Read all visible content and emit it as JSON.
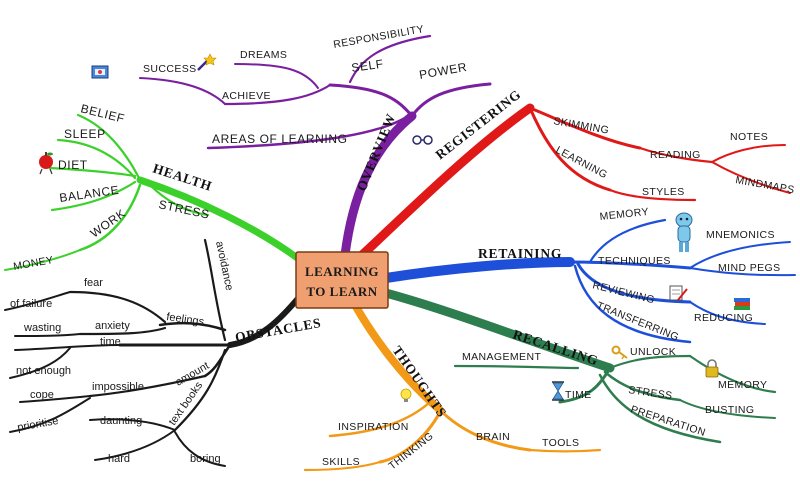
{
  "center": {
    "line1": "LEARNING",
    "line2": "TO LEARN"
  },
  "branches": {
    "overview": {
      "label": "OVERVIEW",
      "color": "#7a1fa0",
      "items": {
        "self": "SELF",
        "power": "POWER",
        "responsibility": "RESPONSIBILITY",
        "success": "SUCCESS",
        "dreams": "DREAMS",
        "achieve": "ACHIEVE",
        "areas": "AREAS OF LEARNING"
      }
    },
    "registering": {
      "label": "REGISTERING",
      "color": "#e01818",
      "items": {
        "skimming": "SKIMMING",
        "reading": "READING",
        "notes": "NOTES",
        "mindmaps": "MINDMAPS",
        "learning": "LEARNING",
        "styles": "STYLES"
      }
    },
    "retaining": {
      "label": "RETAINING",
      "color": "#1d4fd8",
      "items": {
        "memory": "MEMORY",
        "techniques": "TECHNIQUES",
        "mnemonics": "MNEMONICS",
        "mindpegs": "MIND PEGS",
        "reviewing": "REVIEWING",
        "reducing": "REDUCING",
        "transferring": "TRANSFERRING"
      }
    },
    "recalling": {
      "label": "RECALLING",
      "color": "#2e7d4f",
      "items": {
        "management": "MANAGEMENT",
        "time": "TIME",
        "unlock": "UNLOCK",
        "memory": "MEMORY",
        "stress": "STRESS",
        "busting": "BUSTING",
        "preparation": "PREPARATION"
      }
    },
    "thoughts": {
      "label": "THOUGHTS",
      "color": "#f29a18",
      "items": {
        "inspiration": "INSPIRATION",
        "thinking": "THINKING",
        "skills": "SKILLS",
        "brain": "BRAIN",
        "tools": "TOOLS"
      }
    },
    "obstacles": {
      "label": "OBSTACLES",
      "color": "#1a1a1a",
      "items": {
        "avoidance": "avoidance",
        "feelings": "feelings",
        "fear": "fear",
        "failure": "of failure",
        "anxiety": "anxiety",
        "wasting": "wasting",
        "time": "time",
        "notenough": "not enough",
        "amount": "amount",
        "impossible": "impossible",
        "cope": "cope",
        "prioritise": "prioritise",
        "textbooks": "text books",
        "daunting": "daunting",
        "hard": "hard",
        "boring": "boring"
      }
    },
    "health": {
      "label": "HEALTH",
      "color": "#3bd12a",
      "items": {
        "belief": "BELIEF",
        "sleep": "SLEEP",
        "diet": "DIET",
        "balance": "BALANCE",
        "stress": "STRESS",
        "work": "WORK",
        "money": "MONEY"
      }
    }
  }
}
